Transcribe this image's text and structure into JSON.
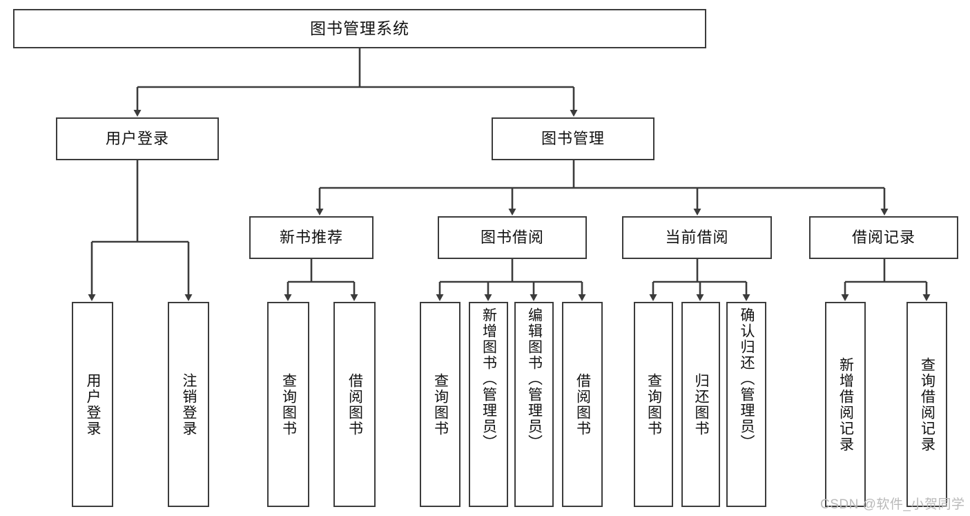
{
  "diagram": {
    "title": "图书管理系统",
    "type": "tree-hierarchy",
    "stroke_color": "#3b3b3b",
    "fill_color": "#ffffff",
    "text_color": "#111111"
  },
  "root": {
    "label": "图书管理系统"
  },
  "level2": [
    {
      "label": "用户登录"
    },
    {
      "label": "图书管理"
    }
  ],
  "level3": [
    {
      "label": "新书推荐"
    },
    {
      "label": "图书借阅"
    },
    {
      "label": "当前借阅"
    },
    {
      "label": "借阅记录"
    }
  ],
  "leaves": {
    "user_login": [
      {
        "label": "用户登录"
      },
      {
        "label": "注销登录"
      }
    ],
    "new_book_recommend": [
      {
        "label": "查询图书"
      },
      {
        "label": "借阅图书"
      }
    ],
    "book_borrow": [
      {
        "label": "查询图书"
      },
      {
        "label": "新增图书（管理员）"
      },
      {
        "label": "编辑图书（管理员）"
      },
      {
        "label": "借阅图书"
      }
    ],
    "current_borrow": [
      {
        "label": "查询图书"
      },
      {
        "label": "归还图书"
      },
      {
        "label": "确认归还（管理员）"
      }
    ],
    "borrow_record": [
      {
        "label": "新增借阅记录"
      },
      {
        "label": "查询借阅记录"
      }
    ]
  },
  "watermark": {
    "text": "CSDN @软件_小贺同学",
    "color": "#b9b9b9"
  }
}
